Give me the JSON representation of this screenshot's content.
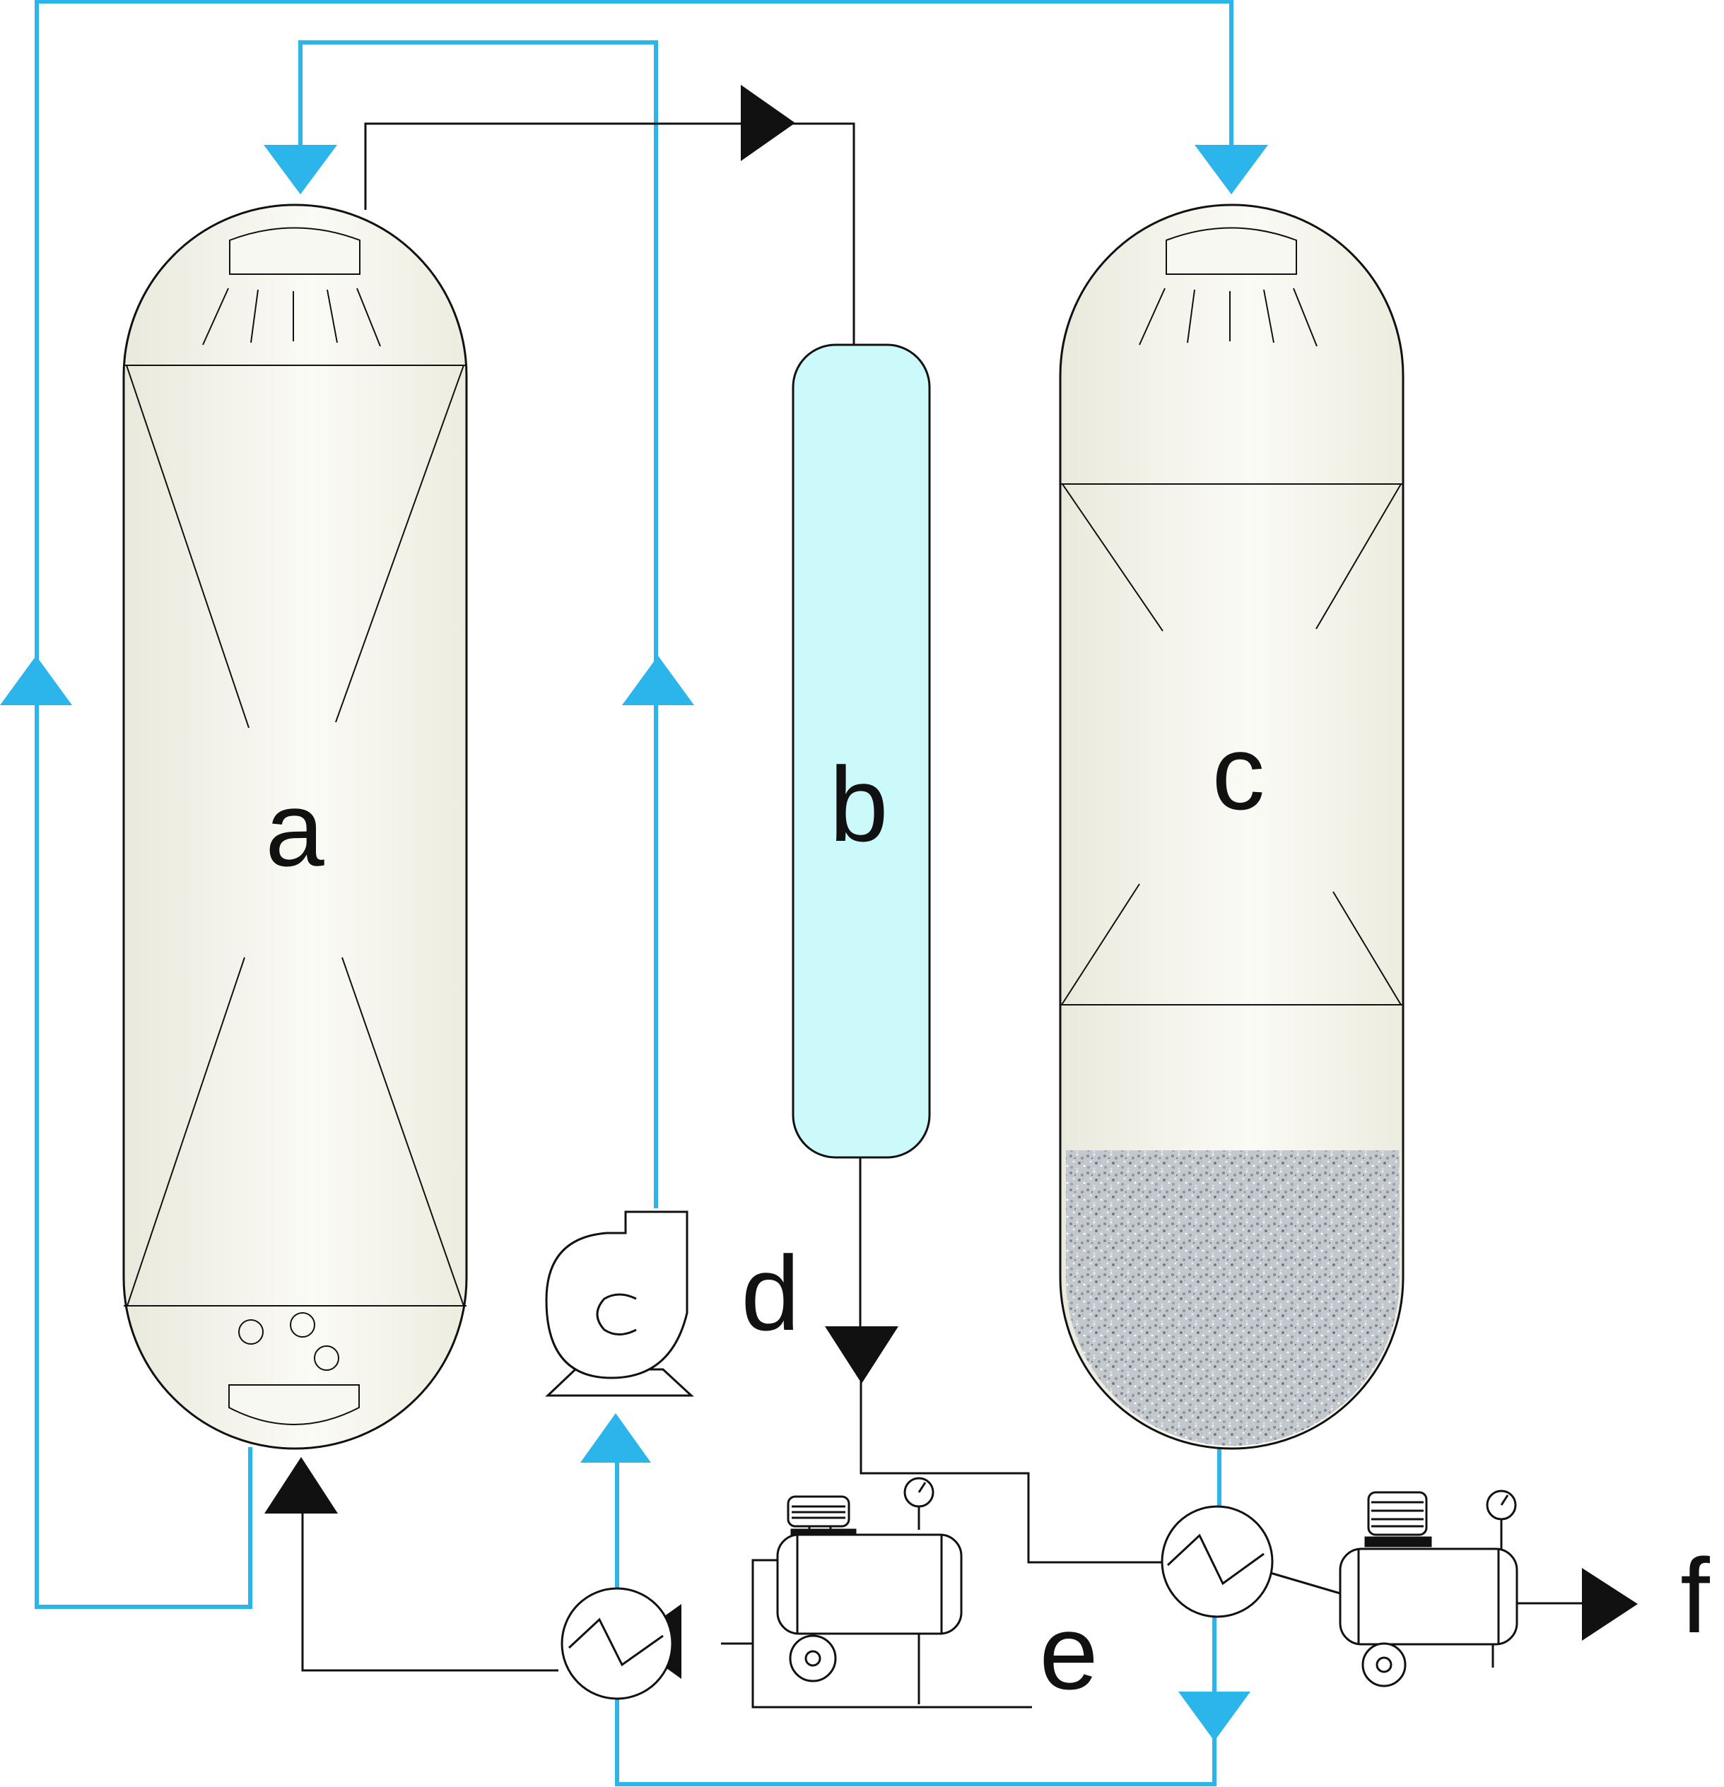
{
  "labels": {
    "a": "a",
    "b": "b",
    "c": "c",
    "d": "d",
    "e": "e",
    "f": "f"
  },
  "colors": {
    "cold_line": "#2bb5ea",
    "process_line": "#111111",
    "vessel_fill": "#f5f5ee",
    "column_fill": "#ccfafb",
    "packing": "#9aa3aa"
  },
  "icons": [
    "spray-nozzle-icon",
    "blower-icon",
    "heat-exchanger-icon",
    "compressor-icon",
    "pressure-gauge-icon",
    "flow-arrow-icon"
  ]
}
